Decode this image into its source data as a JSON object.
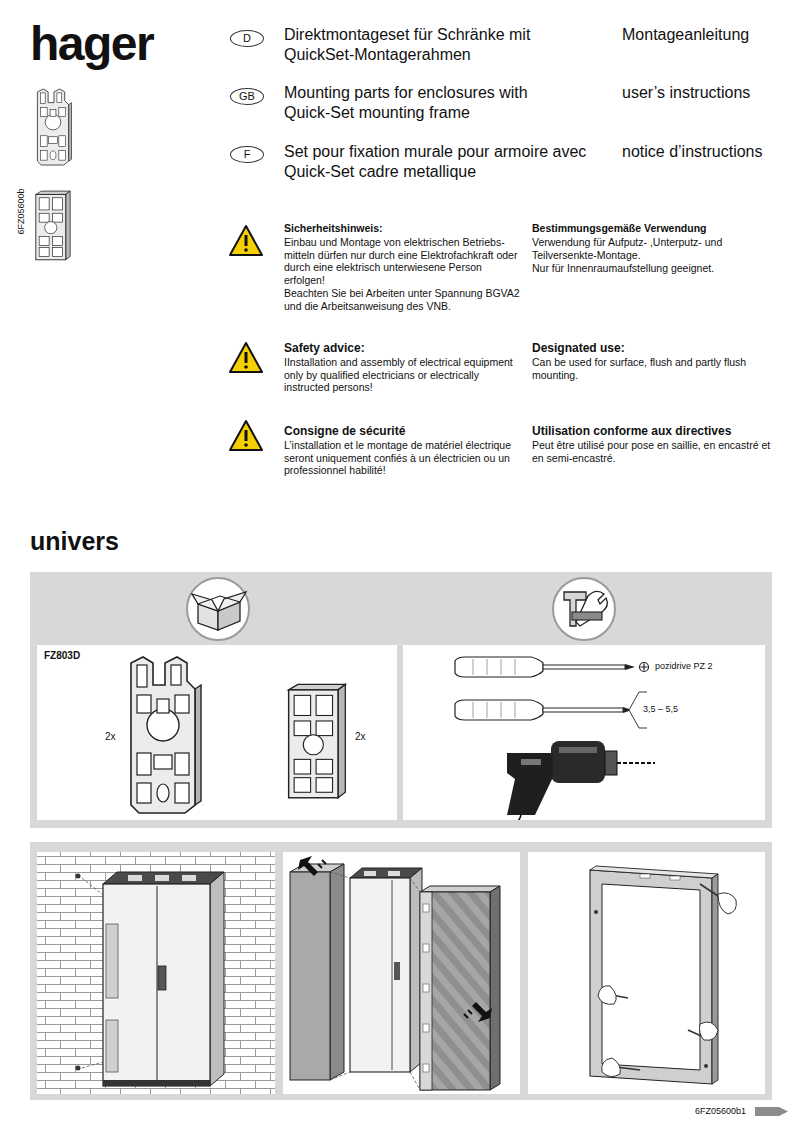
{
  "diagram": {
    "nodes": [
      {
        "text": [
          "D"
        ]
      },
      {
        "text": [
          "GB"
        ]
      },
      {
        "text": [
          "F"
        ]
      },
      {
        "text": [
          "FZ803D",
          "2x",
          "2x"
        ]
      },
      {
        "text": [
          "pozidrive PZ 2",
          "3,5 – 5,5"
        ]
      }
    ],
    "labels": [
      "hager",
      "6FZ05600b",
      "Direktmontageset für Schränke mit QuickSet-Montagerahmen",
      "Montageanleitung",
      "Mounting parts for enclosures with Quick-Set mounting frame",
      "user’s instructions",
      "Set pour fixation murale pour armoire avec Quick-Set cadre metallique",
      "notice d’instructions",
      "Sicherheitshinweis:",
      "Einbau und Montage von elektrischen Betriebs-mitteln dürfen nur durch eine Elektrofachkraft oder durch eine elektrisch unterwiesene Person erfolgen!",
      "Beachten Sie bei Arbeiten unter Spannung BGVA2 und die Arbeitsanweisung des VNB.",
      "Bestimmungsgemäße Verwendung",
      "Verwendung für Aufputz- ,Unterputz- und Teilversenkte-Montage.",
      "Nur für Innenraumaufstellung geeignet.",
      "Safety advice:",
      "IInstallation and assembly of electrical equipment only by qualified electricians or electrically instructed persons!",
      "Designated use:",
      "Can be used for surface, flush and partly flush mounting.",
      "Consigne de sécurité",
      "L’installation et le montage de matériel électrique seront uniquement confiés à un électricien ou un professionnel habilité!",
      "Utilisation conforme aux directives",
      "Peut être utilisé pour pose en saillie, en encastré et en semi-encastré.",
      "univers",
      "6FZ05600b1"
    ]
  }
}
